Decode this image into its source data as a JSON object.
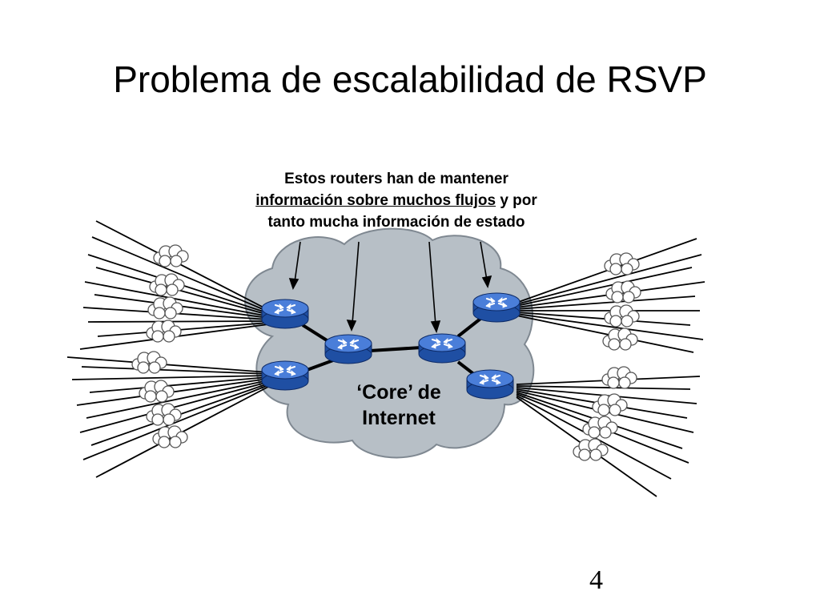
{
  "slide": {
    "title": "Problema de escalabilidad de RSVP",
    "page_number": "4"
  },
  "callout": {
    "line1": "Estos routers han de mantener",
    "line2_underlined": "información sobre muchos flujos",
    "line2_rest": " y por",
    "line3": "tanto mucha información de estado"
  },
  "core": {
    "label_line1": "‘Core’ de",
    "label_line2": "Internet"
  },
  "colors": {
    "cloud_fill": "#b7bfc6",
    "cloud_stroke": "#7f8891",
    "router_top": "#4a7ed9",
    "router_body": "#1f4fa3",
    "router_edge": "#0d2a66"
  }
}
